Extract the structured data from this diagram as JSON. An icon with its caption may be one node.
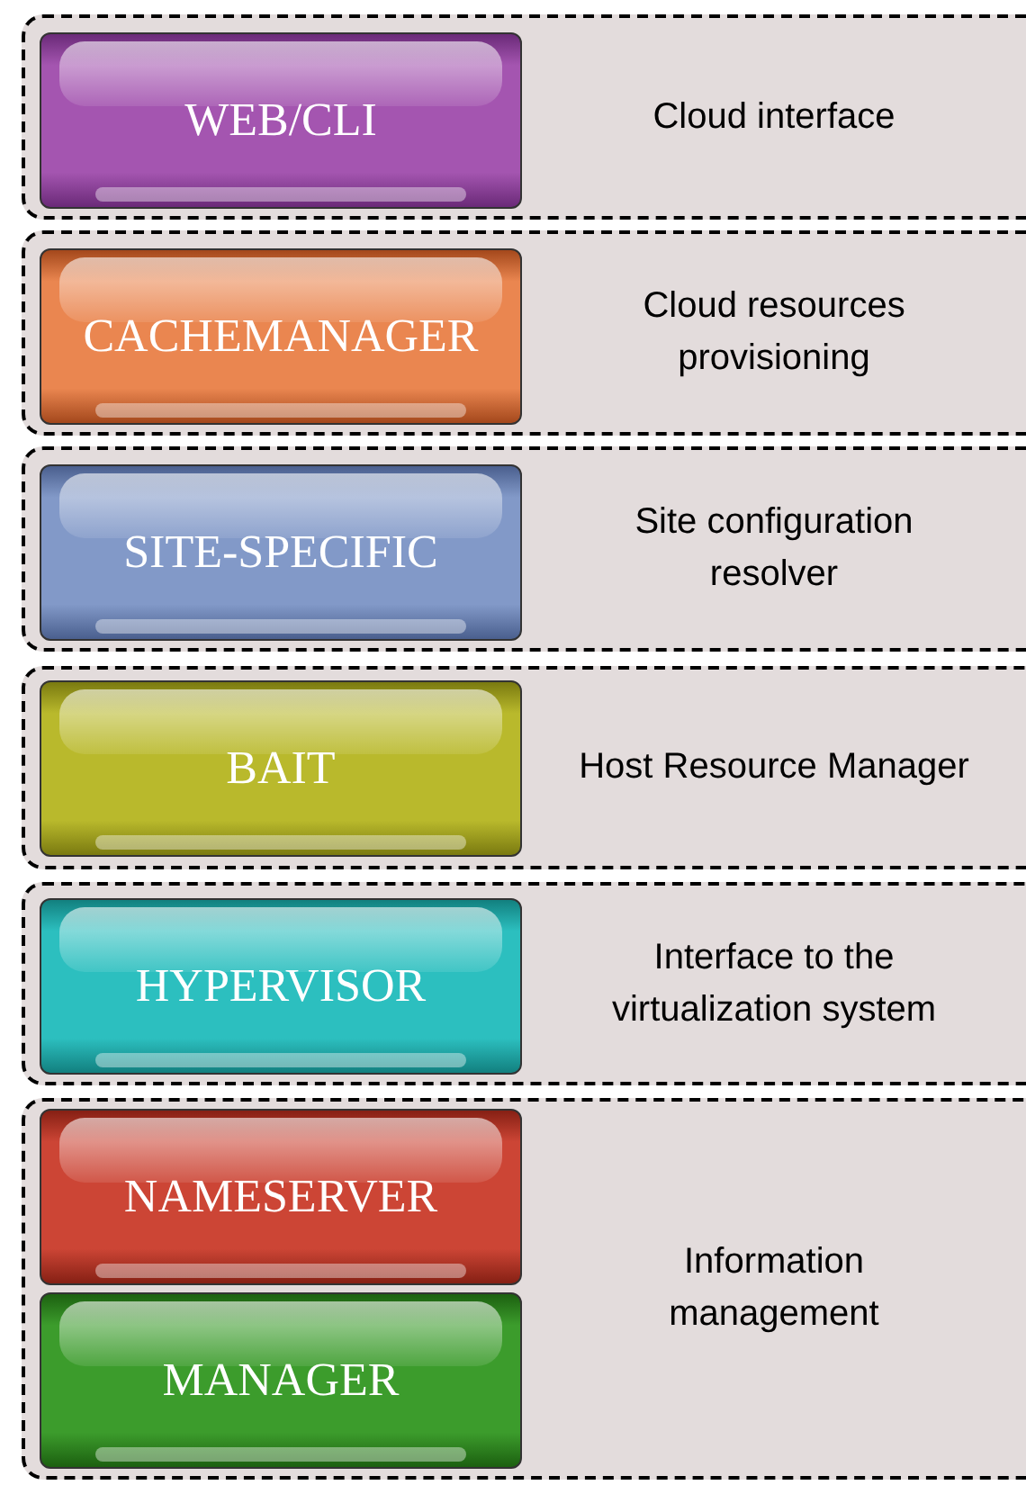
{
  "diagram": {
    "nodes": [
      {
        "text": [
          "Cloud interface"
        ]
      },
      {
        "text": [
          "WEB/CLI"
        ],
        "in": 0
      },
      {
        "text": [
          "Cloud resources provisioning"
        ]
      },
      {
        "text": [
          "CACHEMANAGER"
        ],
        "in": 2
      },
      {
        "text": [
          "Site configuration resolver"
        ]
      },
      {
        "text": [
          "SITE-SPECIFIC"
        ],
        "in": 4
      },
      {
        "text": [
          "Host Resource Manager"
        ]
      },
      {
        "text": [
          "BAIT"
        ],
        "in": 6
      },
      {
        "text": [
          "Interface to the virtualization system"
        ]
      },
      {
        "text": [
          "HYPERVISOR"
        ],
        "in": 8
      },
      {
        "text": [
          "Information management"
        ]
      },
      {
        "text": [
          "NAMESERVER"
        ],
        "in": 10
      },
      {
        "text": [
          "MANAGER"
        ],
        "in": 10
      }
    ]
  }
}
